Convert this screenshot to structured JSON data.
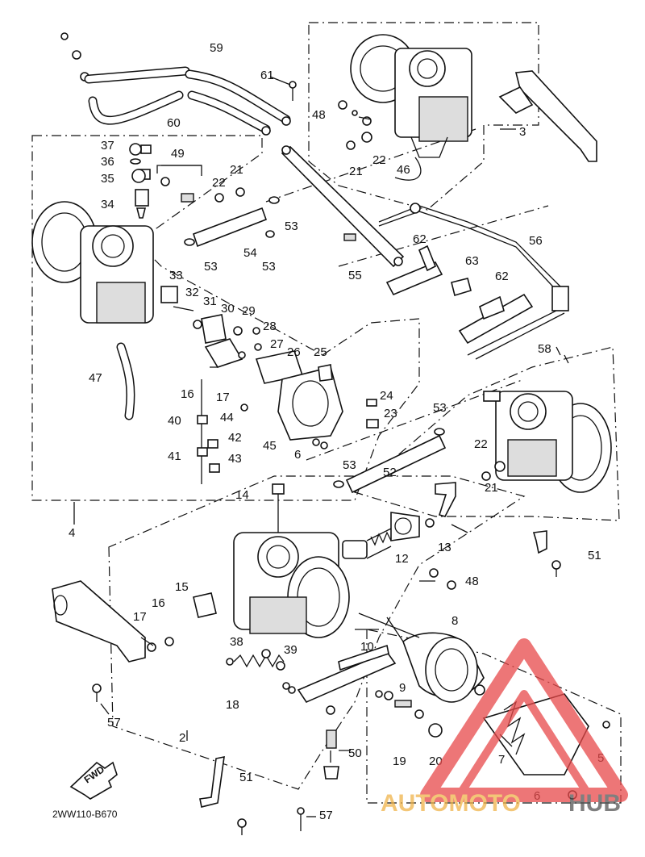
{
  "diagram": {
    "code": "2WW110-B670",
    "fwd_label": "FWD",
    "watermark": {
      "part1": "AUTOMOTO",
      "part2": "HUB",
      "accent": "#e8494a",
      "gold": "#f0b44a",
      "dark": "#555555"
    },
    "labels": [
      "59",
      "61",
      "60",
      "48",
      "3",
      "37",
      "36",
      "35",
      "34",
      "49",
      "22",
      "21",
      "22",
      "21",
      "46",
      "53",
      "54",
      "53",
      "53",
      "55",
      "62",
      "56",
      "63",
      "62",
      "33",
      "32",
      "31",
      "30",
      "29",
      "28",
      "27",
      "26",
      "25",
      "58",
      "47",
      "16",
      "17",
      "24",
      "40",
      "44",
      "23",
      "42",
      "45",
      "41",
      "43",
      "53",
      "6",
      "53",
      "22",
      "52",
      "21",
      "4",
      "14",
      "13",
      "12",
      "51",
      "48",
      "15",
      "17",
      "16",
      "8",
      "38",
      "39",
      "10",
      "9",
      "18",
      "57",
      "2",
      "19",
      "20",
      "7",
      "5",
      "50",
      "51",
      "6",
      "57"
    ]
  }
}
